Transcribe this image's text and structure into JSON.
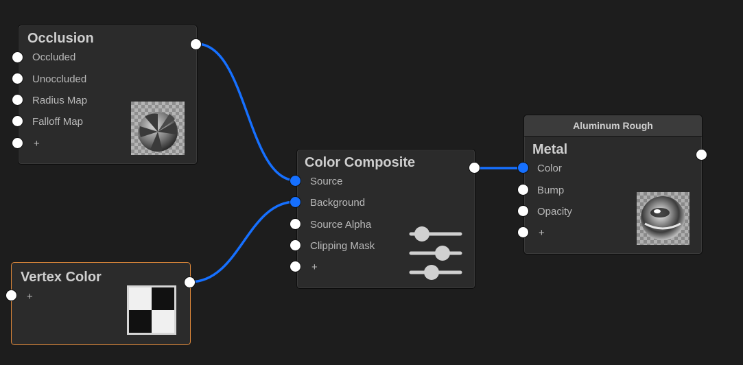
{
  "colors": {
    "background": "#1d1d1d",
    "node_fill": "#2b2b2b",
    "wire": "#1670ff",
    "port_linked": "#1670ff",
    "port_free": "#ffffff",
    "selected_outline": "#e0893a"
  },
  "nodes": {
    "occlusion": {
      "title": "Occlusion",
      "inputs": [
        "Occluded",
        "Unoccluded",
        "Radius Map",
        "Falloff Map",
        "+"
      ],
      "thumbnail": "occlusion-sphere-preview"
    },
    "vertex_color": {
      "title": "Vertex Color",
      "inputs": [
        "+"
      ],
      "selected": true,
      "thumbnail": "checker-preview"
    },
    "color_composite": {
      "title": "Color Composite",
      "inputs": [
        "Source",
        "Background",
        "Source Alpha",
        "Clipping Mask",
        "+"
      ],
      "icon": "sliders-icon"
    },
    "metal": {
      "header": "Aluminum Rough",
      "title": "Metal",
      "inputs": [
        "Color",
        "Bump",
        "Opacity",
        "+"
      ],
      "thumbnail": "metal-sphere-preview"
    }
  },
  "connections": [
    {
      "from": "Occlusion",
      "to": "Color Composite.Source"
    },
    {
      "from": "Vertex Color",
      "to": "Color Composite.Background"
    },
    {
      "from": "Color Composite",
      "to": "Metal.Color"
    }
  ]
}
